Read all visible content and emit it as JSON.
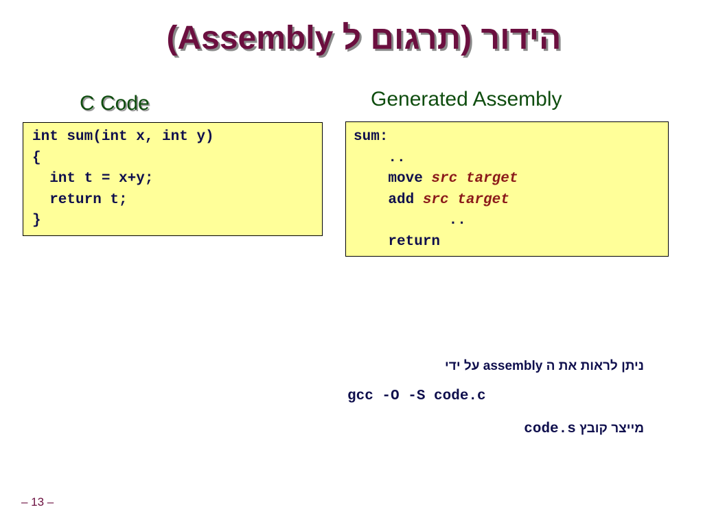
{
  "slide": {
    "title": "הידור (תרגום ל Assembly)",
    "c_heading": "C Code",
    "asm_heading": "Generated Assembly",
    "page_number": "– 13 –"
  },
  "c_code": {
    "lines": [
      "int sum(int x, int y)",
      "{",
      "  int t = x+y;",
      "  return t;",
      "}"
    ]
  },
  "asm_code": {
    "label": "sum:",
    "dots_1": "    ..",
    "move_op": "    move ",
    "add_op": "    add ",
    "src": "src",
    "target": "target",
    "dots_2": "           ..",
    "return_line": "    return"
  },
  "notes": {
    "see_assembly": "ניתן לראות את ה assembly  על ידי",
    "command": "gcc -O -S code.c",
    "creates_file_prefix": "מייצר קובץ ",
    "creates_file_name": "code.s"
  }
}
